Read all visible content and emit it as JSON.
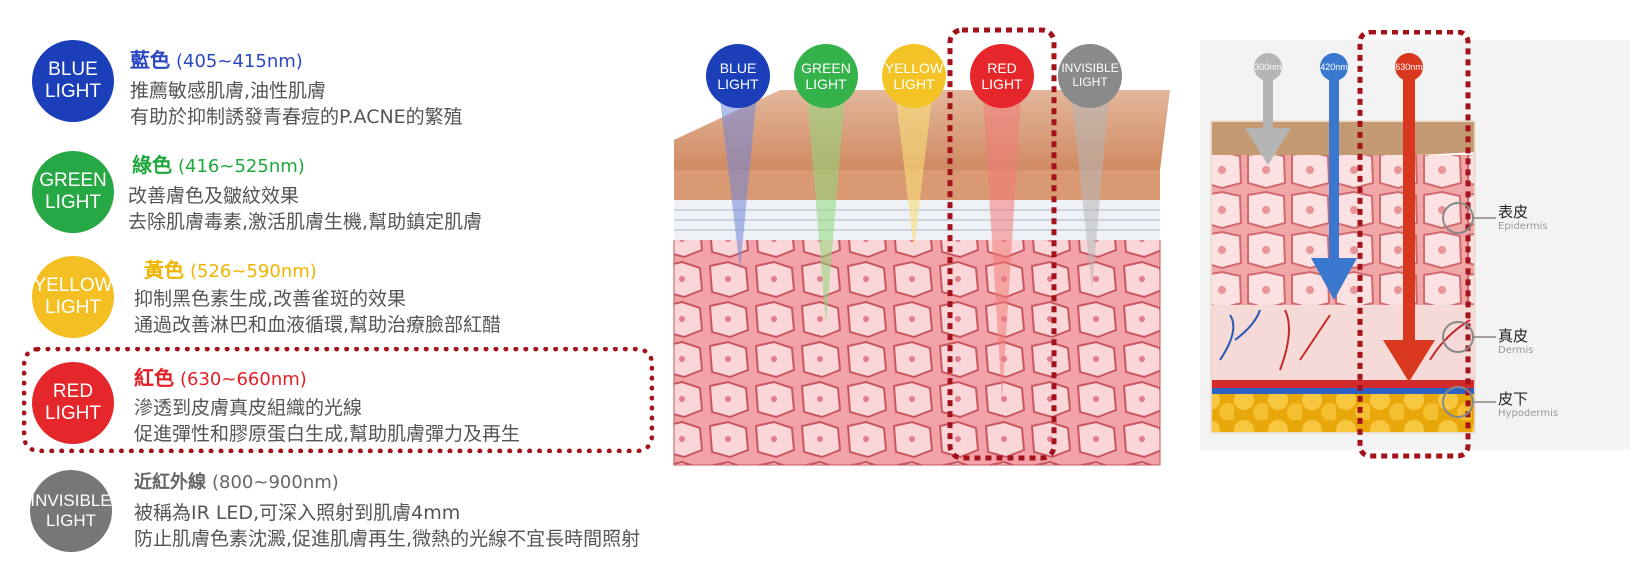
{
  "rows": [
    {
      "circle": "BLUE\nLIGHT",
      "color": "#1a3fb8",
      "title": "藍色",
      "range": "(405~415nm)",
      "titleColor": "#2b47c2",
      "desc1": "推薦敏感肌膚,油性肌膚",
      "desc2": "有助於抑制誘發青春痘的P.ACNE的繁殖"
    },
    {
      "circle": "GREEN\nLIGHT",
      "color": "#26a844",
      "title": "綠色",
      "range": "(416~525nm)",
      "titleColor": "#1ea83a",
      "desc1": "改善膚色及皺紋效果",
      "desc2": "去除肌膚毒素,激活肌膚生機,幫助鎮定肌膚"
    },
    {
      "circle": "YELLOW\nLIGHT",
      "color": "#f4bf22",
      "title": "黃色",
      "range": "(526~590nm)",
      "titleColor": "#f0b400",
      "desc1": "抑制黑色素生成,改善雀斑的效果",
      "desc2": "通過改善淋巴和血液循環,幫助治療臉部紅醋"
    },
    {
      "circle": "RED\nLIGHT",
      "color": "#e5262b",
      "title": "紅色",
      "range": "(630~660nm)",
      "titleColor": "#e21f26",
      "desc1": "滲透到皮膚真皮組織的光線",
      "desc2": "促進彈性和膠原蛋白生成,幫助肌膚彈力及再生"
    },
    {
      "circle": "INVISIBLE\nLIGHT",
      "color": "#777777",
      "title": "近紅外線",
      "range": "(800~900nm)",
      "titleColor": "#666666",
      "desc1": "被稱為IR LED,可深入照射到肌膚4mm",
      "desc2": "防止肌膚色素沈澱,促進肌膚再生,微熱的光線不宜長時間照射"
    }
  ],
  "beams": [
    {
      "label": "BLUE\nLIGHT",
      "color": "#1a3fb8",
      "beam": "#6f86d8"
    },
    {
      "label": "GREEN\nLIGHT",
      "color": "#33b34a",
      "beam": "#8fd97a"
    },
    {
      "label": "YELLOW\nLIGHT",
      "color": "#f4c426",
      "beam": "#f9df7a"
    },
    {
      "label": "RED\nLIGHT",
      "color": "#e5262b",
      "beam": "#f27a7a"
    },
    {
      "label": "INVISIBLE\nLIGHT",
      "color": "#8a8a8a",
      "beam": "#b7b7b7"
    }
  ],
  "wavelengths": [
    {
      "label": "300nm",
      "color": "#b5b5b5"
    },
    {
      "label": "420nm",
      "color": "#3a78d0"
    },
    {
      "label": "630nm",
      "color": "#d9381e"
    }
  ],
  "layers": [
    {
      "zh": "表皮",
      "en": "Epidermis"
    },
    {
      "zh": "真皮",
      "en": "Dermis"
    },
    {
      "zh": "皮下",
      "en": "Hypodermis"
    }
  ]
}
